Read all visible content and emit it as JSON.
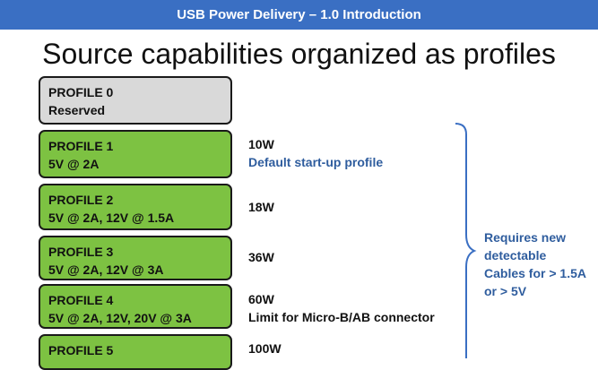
{
  "header": {
    "title": "USB Power Delivery – 1.0 Introduction"
  },
  "slide": {
    "title": "Source capabilities organized as profiles"
  },
  "profiles": [
    {
      "name": "PROFILE 0",
      "spec": "Reserved",
      "watt": "",
      "note": "",
      "note2": ""
    },
    {
      "name": "PROFILE 1",
      "spec": "5V @ 2A",
      "watt": "10W",
      "note": "Default start-up profile",
      "note2": ""
    },
    {
      "name": "PROFILE 2",
      "spec": "5V @ 2A, 12V @ 1.5A",
      "watt": "18W",
      "note": "",
      "note2": ""
    },
    {
      "name": "PROFILE 3",
      "spec": "5V @ 2A, 12V @ 3A",
      "watt": "36W",
      "note": "",
      "note2": ""
    },
    {
      "name": "PROFILE 4",
      "spec": "5V @ 2A, 12V, 20V @ 3A",
      "watt": "60W",
      "note": "",
      "note2": "Limit for Micro-B/AB connector"
    },
    {
      "name": "PROFILE 5",
      "spec": "",
      "watt": "100W",
      "note": "",
      "note2": ""
    }
  ],
  "brace": {
    "lines": [
      "Requires new",
      "detectable",
      "Cables for > 1.5A",
      "or > 5V"
    ]
  },
  "colors": {
    "header_bg": "#3a6fc3",
    "profile_green": "#7dc242",
    "profile_gray": "#d9d9d9",
    "note_blue": "#2f5d9e"
  }
}
